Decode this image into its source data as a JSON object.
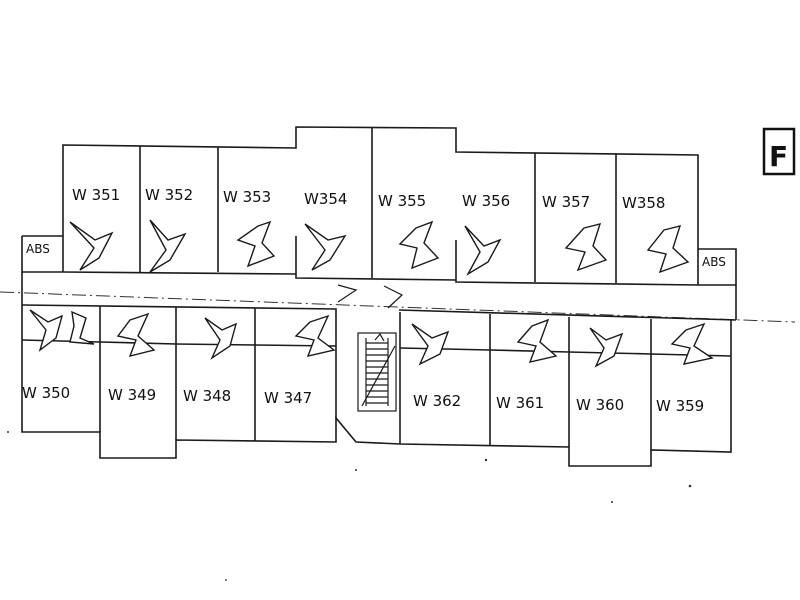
{
  "section_tag": "F",
  "rooms_top": [
    "W 351",
    "W 352",
    "W 353",
    "W354",
    "W 355",
    "W 356",
    "W 357",
    "W358"
  ],
  "rooms_bottom": [
    "W 350",
    "W 349",
    "W 348",
    "W 347",
    "W 362",
    "W 361",
    "W 360",
    "W 359"
  ],
  "abs_left": "ABS",
  "abs_right": "ABS"
}
